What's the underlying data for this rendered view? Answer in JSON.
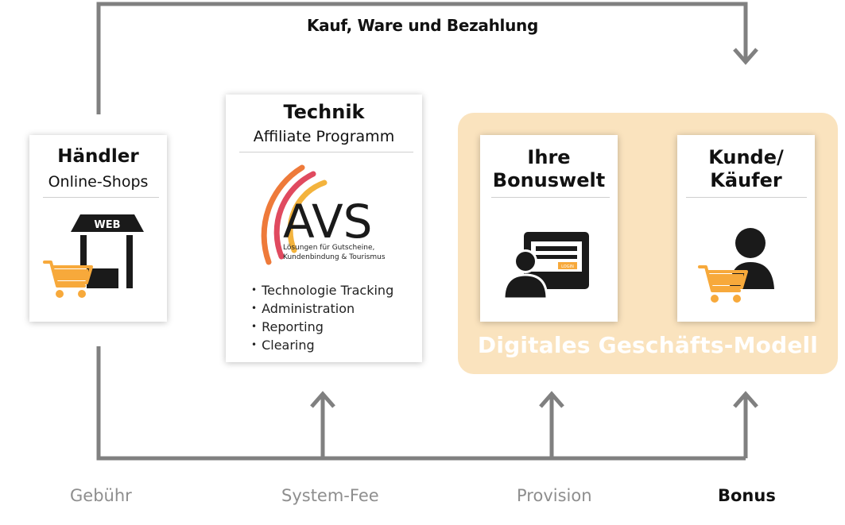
{
  "top_flow": {
    "label": "Kauf, Ware und Bezahlung"
  },
  "haendler": {
    "title": "Händler",
    "subtitle": "Online-Shops",
    "icon": "web-shop-cart-icon",
    "web_sign": "WEB"
  },
  "technik": {
    "title": "Technik",
    "subtitle": "Affiliate Programm",
    "logo_text": "AVS",
    "logo_tagline": "Lösungen für Gutscheine, Kundenbindung & Tourismus",
    "features": [
      "Technologie Tracking",
      "Administration",
      "Reporting",
      "Clearing"
    ]
  },
  "bonuswelt": {
    "title_line1": "Ihre",
    "title_line2": "Bonuswelt",
    "icon": "person-screen-login-icon",
    "login_text": "LOGIN"
  },
  "kunde": {
    "title_line1": "Kunde/",
    "title_line2": "Käufer",
    "icon": "person-cart-icon"
  },
  "panel": {
    "label": "Digitales Geschäfts-Modell"
  },
  "bottom_labels": {
    "gebuehr": "Gebühr",
    "system_fee": "System-Fee",
    "provision": "Provision",
    "bonus": "Bonus"
  },
  "colors": {
    "line_gray": "#808080",
    "panel_bg": "#fae3be",
    "cart_orange": "#f7a93b",
    "logo_red": "#e04a5f",
    "logo_orange": "#ee7a3a",
    "logo_yellow": "#f3b33d"
  }
}
